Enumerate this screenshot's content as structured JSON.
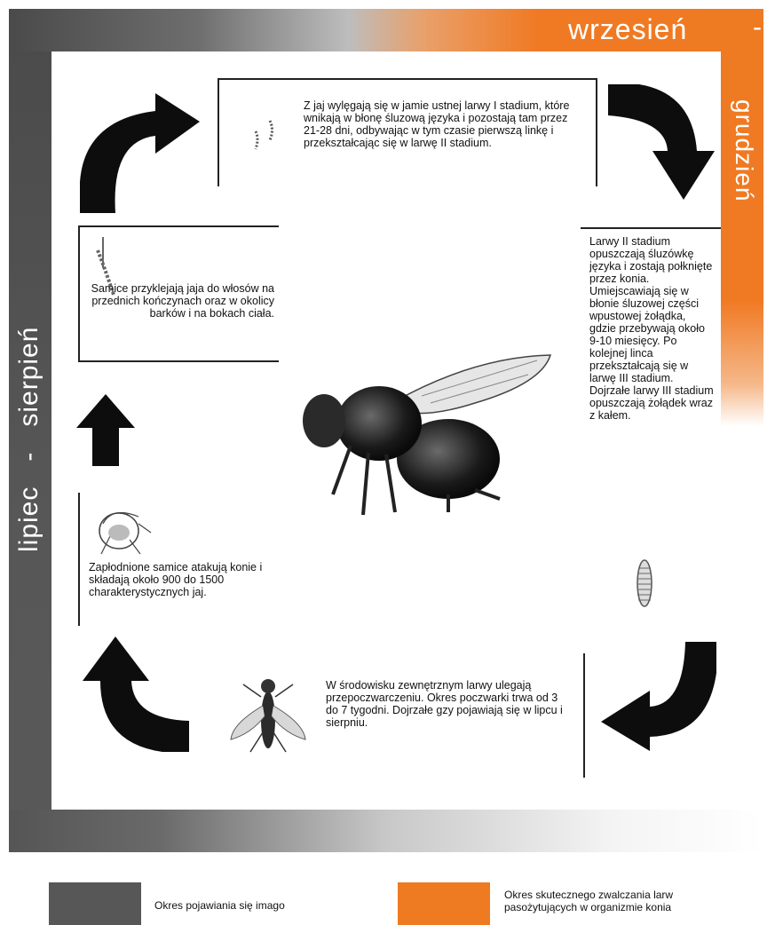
{
  "months": {
    "top": "wrzesień",
    "top_dash": "-",
    "right": "grudzień",
    "left": "lipiec   -   sierpień"
  },
  "stages": {
    "s1": "Z jaj wylęgają się w jamie ustnej larwy I stadium, które wnikają w błonę śluzową języka i pozostają tam przez 21-28 dni, odbywając w tym czasie pierwszą linkę i przekształcając się w larwę II stadium.",
    "s2": "Samice przyklejają jaja do włosów na przednich kończynach oraz w okolicy barków i na bokach ciała.",
    "s3": "Larwy II stadium opuszczają śluzówkę języka i zostają połknięte przez konia. Umiejscawiają się w błonie śluzowej części wpustowej żołądka, gdzie przebywają około 9-10 miesięcy. Po kolejnej linca przekształcają się w larwę III stadium. Dojrzałe larwy III stadium opuszczają żołądek wraz z kałem.",
    "s4": "Zapłodnione samice atakują konie i składają około 900 do 1500 charakterystycznych jaj.",
    "s5": "W środowisku zewnętrznym larwy ulegają przepoczwarczeniu. Okres poczwarki trwa od 3 do 7 tygodni. Dojrzałe gzy pojawiają się w lipcu i sierpniu."
  },
  "legend": {
    "gray_label": "Okres pojawiania się imago",
    "orange_label": "Okres skutecznego zwalczania larw pasożytujących w organizmie konia",
    "gray_color": "#575757",
    "orange_color": "#ee7a22"
  },
  "icons": [
    "curved-arrow-icon",
    "up-arrow-icon",
    "botfly-illustration",
    "egg-on-hair-icon",
    "larva-icon",
    "pupa-icon",
    "female-fly-icon",
    "adult-fly-icon"
  ]
}
